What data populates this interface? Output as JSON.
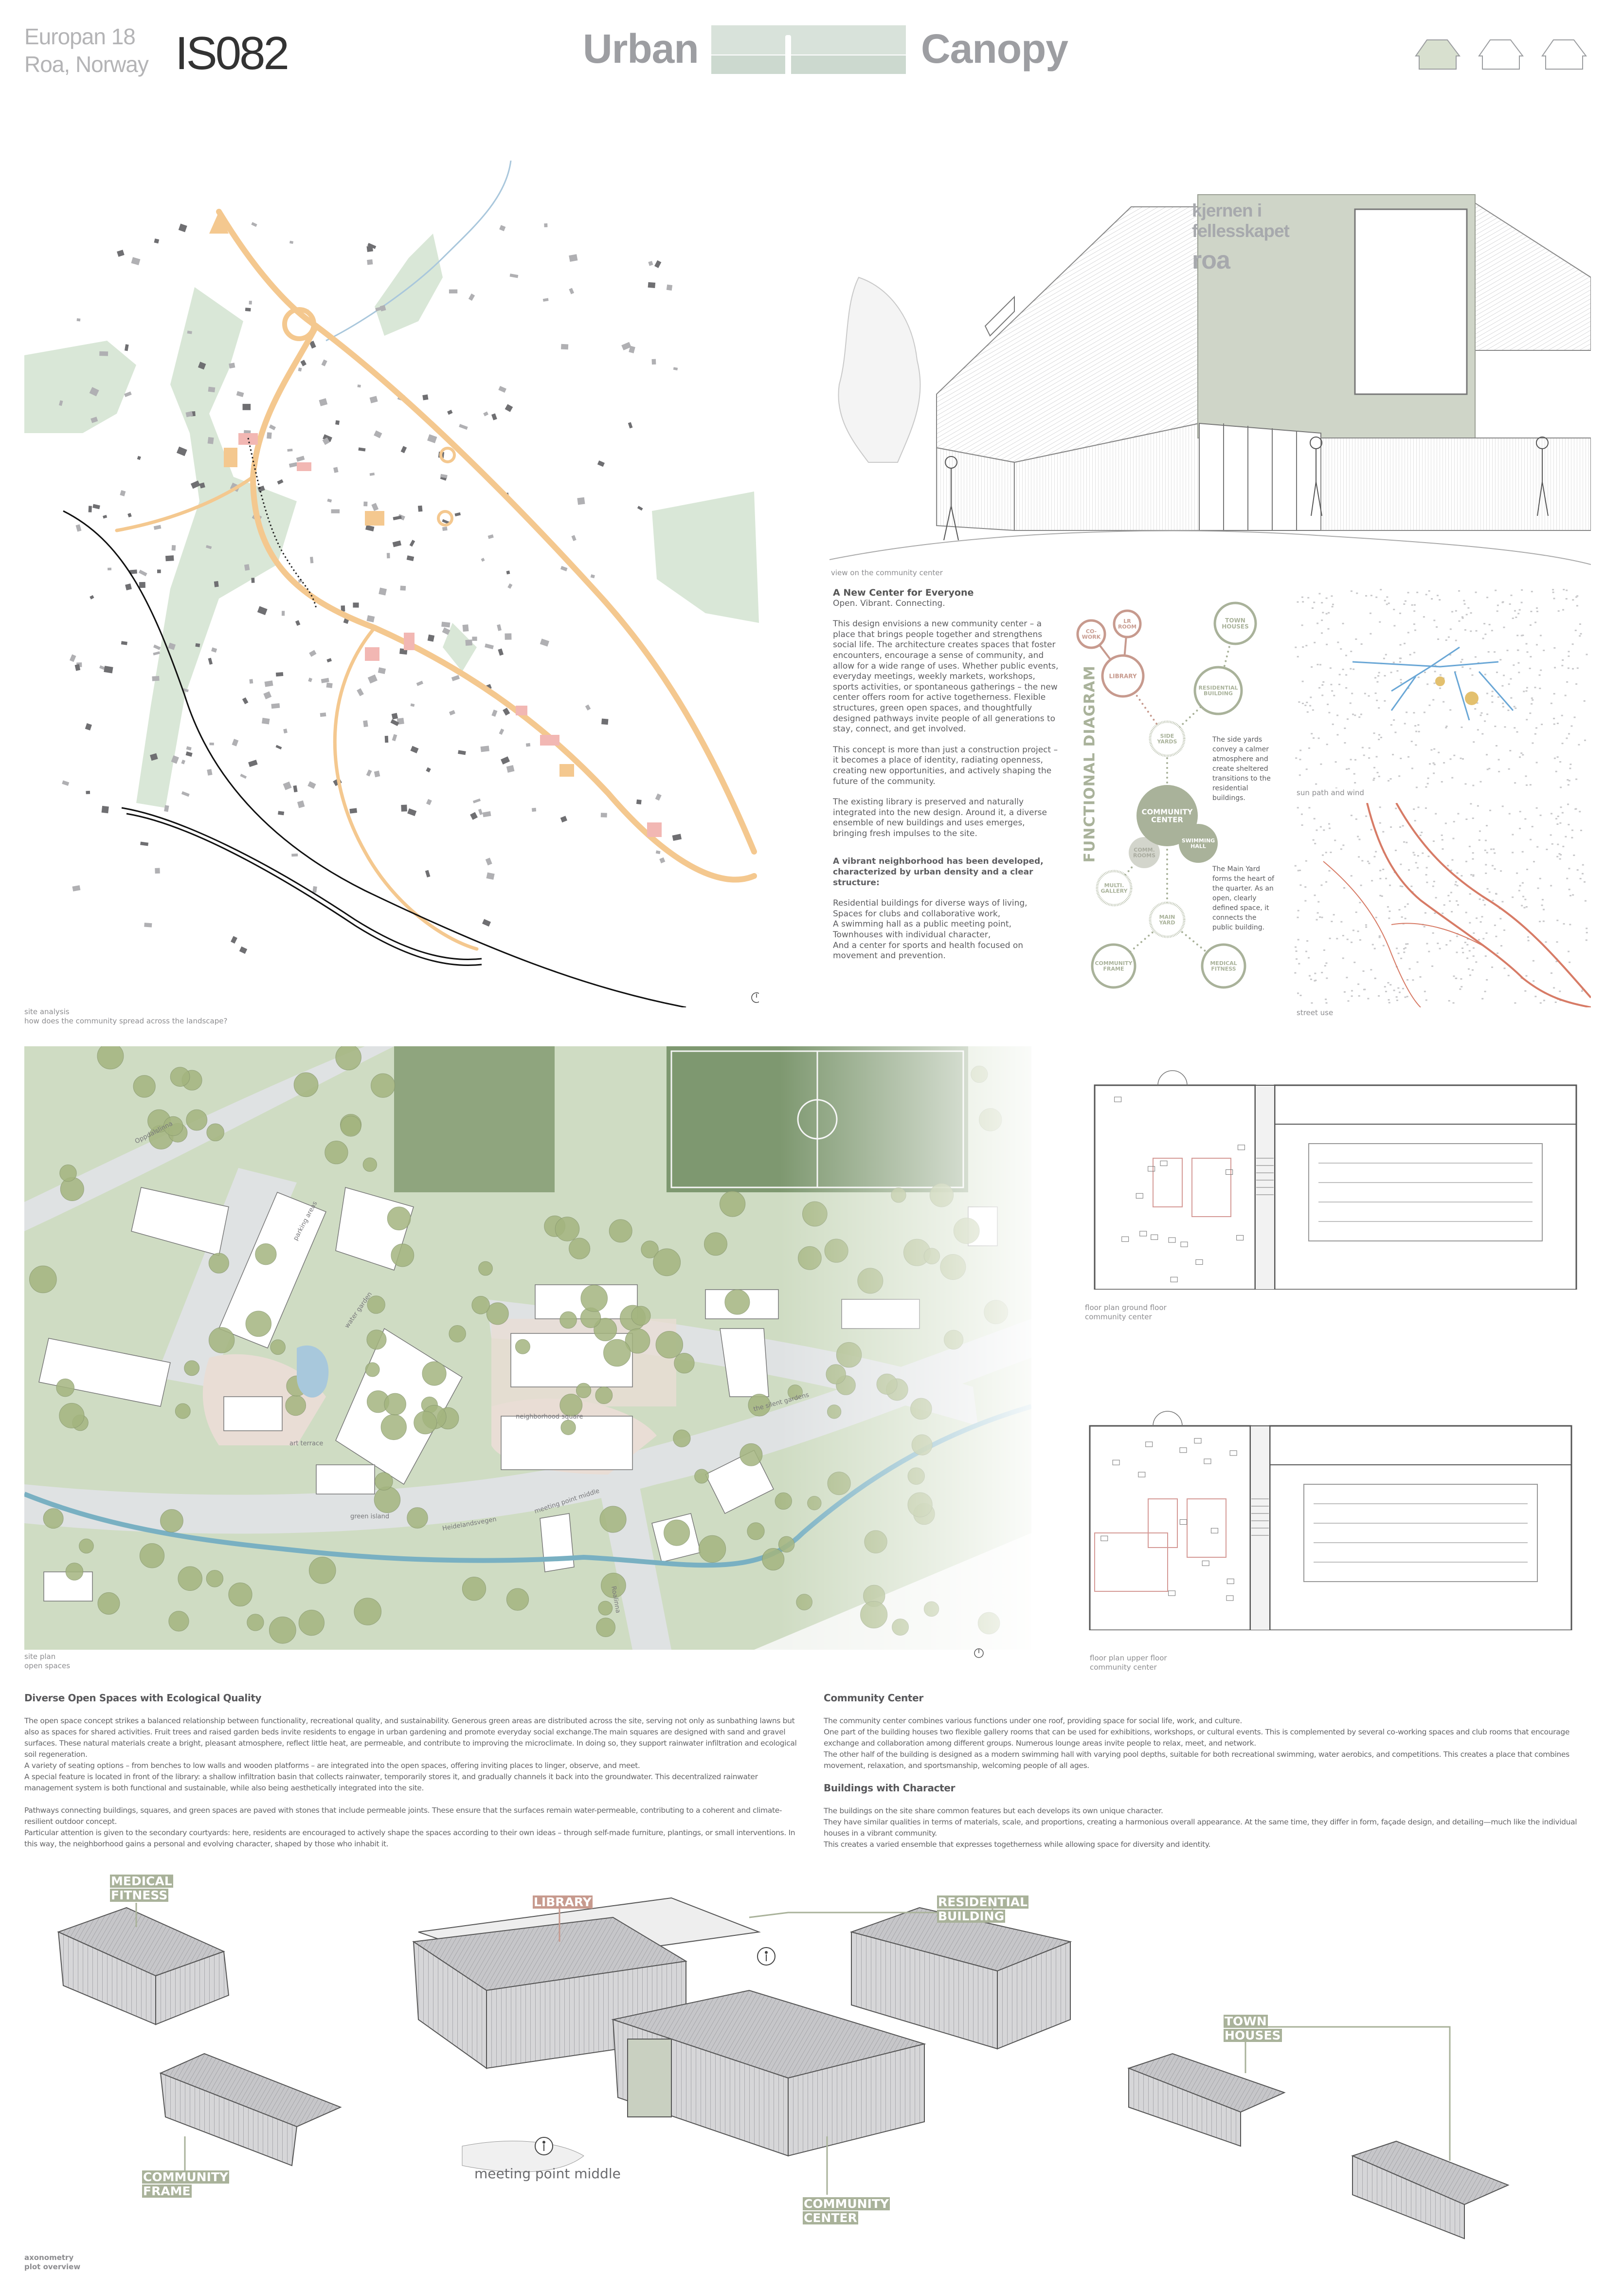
{
  "header": {
    "competition": "Europan 18",
    "location": "Roa, Norway",
    "entry_code": "IS082",
    "title_left": "Urban",
    "title_right": "Canopy",
    "nav_icons": [
      "house-icon-active",
      "house-icon",
      "house-icon"
    ]
  },
  "colors": {
    "accent_green": "#a9b29a",
    "accent_pink": "#c79a8e",
    "road_orange": "#f3c98f",
    "text_gray": "#5b5b5d"
  },
  "site_analysis": {
    "caption_title": "site analysis",
    "caption_sub": "how does the community spread across the landscape?"
  },
  "render": {
    "sign_line1": "kjernen i",
    "sign_line2": "fellesskapet",
    "sign_line3": "roa",
    "caption": "view on the community center"
  },
  "intro": {
    "heading": "A New Center for Everyone",
    "tagline": "Open. Vibrant. Connecting.",
    "paragraphs": [
      "This design envisions a new community center – a place that brings people together and strengthens social life. The architecture creates spaces that foster encounters, encourage a sense of community, and allow for a wide range of uses. Whether public events, everyday meetings, weekly markets, workshops, sports activities, or spontaneous gatherings – the new center offers room for active togetherness. Flexible structures, green open spaces, and thoughtfully designed pathways invite people of all generations to stay, connect, and get involved.",
      "This concept is more than just a construction project – it becomes a place of identity, radiating openness, creating new opportunities, and actively shaping the future of the community.",
      "The existing library is preserved and naturally integrated into the new design. Around it, a diverse ensemble of new buildings and uses emerges, bringing fresh impulses to the site."
    ],
    "structure_heading": "A vibrant neighborhood has been developed, characterized by urban density and a clear structure:",
    "structure_items": [
      "Residential buildings for diverse ways of living,",
      "Spaces for clubs and collaborative work,",
      "A swimming hall as a public meeting point,",
      "Townhouses with individual character,",
      "And a center for sports and health focused on movement and prevention."
    ]
  },
  "functional_diagram": {
    "title": "FUNCTIONAL DIAGRAM",
    "nodes": {
      "cowork": [
        "CO-",
        "WORK"
      ],
      "lr_room": [
        "LR",
        "ROOM"
      ],
      "library": [
        "LIBRARY"
      ],
      "town_houses": [
        "TOWN",
        "HOUSES"
      ],
      "residential": [
        "RESIDENTIAL",
        "BUILDING"
      ],
      "side_yards": [
        "SIDE",
        "YARDS"
      ],
      "community_center": [
        "COMMUNITY",
        "CENTER"
      ],
      "swimming_hall": [
        "SWIMMING",
        "HALL"
      ],
      "comm_rooms": [
        "COMM.",
        "ROOMS"
      ],
      "multi_gallery": [
        "MULTI.",
        "GALLERY"
      ],
      "main_yard": [
        "MAIN",
        "YARD"
      ],
      "community_frame": [
        "COMMUNITY",
        "FRAME"
      ],
      "medical_fitness": [
        "MEDICAL",
        "FITNESS"
      ]
    },
    "side_yards_note": "The side yards convey a calmer atmosphere and create sheltered transitions to the residential buildings.",
    "main_yard_note": "The Main Yard forms the heart of the quarter. As an open, clearly defined space, it connects the public building."
  },
  "mini_maps": {
    "sun_caption": "sun path and wind",
    "street_caption": "street use"
  },
  "site_plan": {
    "caption_title": "site plan",
    "caption_sub": "open spaces",
    "labels": {
      "road_north": "Oppdalslinna",
      "parking": "parking areas",
      "water_garden": "water garden",
      "art_terrace": "art terrace",
      "neighborhood_square": "neighborhood square",
      "silent_gardens": "the silent gardens",
      "green_island": "green island",
      "meeting_point": "meeting point middle",
      "road_south": "Heidelandsvegen",
      "road_east": "Roalinna"
    }
  },
  "floor_plans": {
    "ground_title": "floor plan ground floor",
    "ground_sub": "community center",
    "upper_title": "floor plan upper floor",
    "upper_sub": "community center"
  },
  "sections": {
    "open_spaces": {
      "heading": "Diverse Open Spaces with Ecological Quality",
      "para1": "The open space concept strikes a balanced relationship between functionality, recreational quality, and sustainability. Generous green areas are distributed across the site, serving not only as sunbathing lawns but also as spaces for shared activities. Fruit trees and raised garden beds invite residents to engage in urban gardening and promote everyday social exchange.The main squares are designed with sand and gravel surfaces. These natural materials create a bright, pleasant atmosphere, reflect little heat, are permeable, and contribute to improving the microclimate. In doing so, they support rainwater infiltration and ecological soil regeneration.",
      "para2": "A variety of seating options – from benches to low walls and wooden platforms – are integrated into the open spaces, offering inviting places to linger, observe, and meet.",
      "para3": "A special feature is located in front of the library: a shallow infiltration basin that collects rainwater, temporarily stores it, and gradually channels it back into the groundwater. This decentralized rainwater management system is both functional and sustainable, while also being aesthetically integrated into the site.",
      "para4": "Pathways connecting buildings, squares, and green spaces are paved with stones that include permeable joints. These ensure that the surfaces remain water-permeable, contributing to a coherent and climate-resilient outdoor concept.",
      "para5": "Particular attention is given to the secondary courtyards: here, residents are encouraged to actively shape the spaces according to their own ideas – through self-made furniture, plantings, or small interventions. In this way, the neighborhood gains a personal and evolving character, shaped by those who inhabit it."
    },
    "community_center": {
      "heading": "Community Center",
      "para1": "The community center combines various functions under one roof, providing space for social life, work, and culture.",
      "para2": "One part of the building houses two flexible gallery rooms that can be used for exhibitions, workshops, or cultural events. This is complemented by several co-working spaces and club rooms that encourage exchange and collaboration among different groups. Numerous lounge areas invite people to relax, meet, and network.",
      "para3": "The other half of the building is designed as a modern swimming hall with varying pool depths, suitable for both recreational swimming, water aerobics, and competitions. This creates a place that combines movement, relaxation, and sportsmanship, welcoming people of all ages."
    },
    "character": {
      "heading": "Buildings with Character",
      "para1": "The buildings on the site share common features but each develops its own unique character.",
      "para2": "They have similar qualities in terms of materials, scale, and proportions, creating a harmonious overall appearance. At the same time, they differ in form, façade design, and detailing—much like the individual houses in a vibrant community.",
      "para3": "This creates a varied ensemble that expresses togetherness while allowing space for diversity and identity."
    }
  },
  "axonometry": {
    "labels": {
      "medical_fitness": [
        "MEDICAL",
        "FITNESS"
      ],
      "library": [
        "LIBRARY"
      ],
      "residential": [
        "RESIDENTIAL",
        "BUILDING"
      ],
      "town_houses": [
        "TOWN",
        "HOUSES"
      ],
      "community_frame": [
        "COMMUNITY",
        "FRAME"
      ],
      "community_center": [
        "COMMUNITY",
        "CENTER"
      ]
    },
    "meeting_point": "meeting point middle",
    "caption_title": "axonometry",
    "caption_sub": "plot overview"
  }
}
